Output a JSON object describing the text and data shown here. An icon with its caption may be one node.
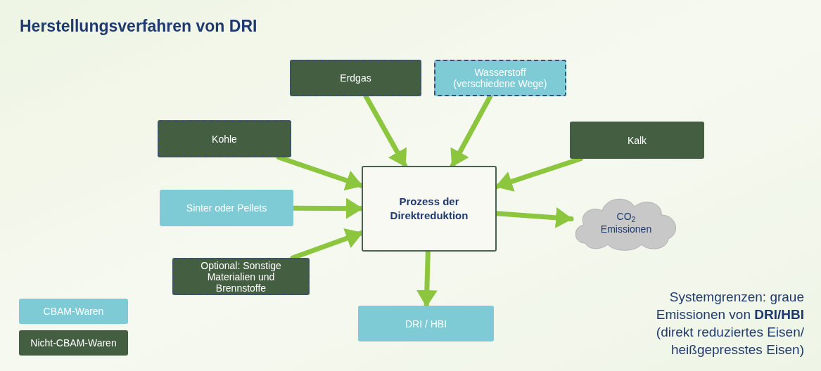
{
  "diagram": {
    "title": "Herstellungsverfahren von DRI",
    "nodes": [
      {
        "text": [
          "Erdgas"
        ]
      },
      {
        "text": [
          "Wasserstoff (verschiedene Wege)"
        ]
      },
      {
        "text": [
          "Kohle"
        ]
      },
      {
        "text": [
          "Kalk"
        ]
      },
      {
        "text": [
          "Sinter oder Pellets"
        ]
      },
      {
        "text": [
          "Prozess der Direktreduktion"
        ]
      },
      {
        "text": [
          "Optional: Sonstige Materialien und Brennstoffe"
        ]
      },
      {
        "text": [
          "CO$_{2}$ Emissionen"
        ]
      },
      {
        "text": [
          "DRI / HBI"
        ]
      }
    ],
    "edges": [
      {
        "from": 0,
        "to": 5,
        "arrow": "to"
      },
      {
        "from": 1,
        "to": 5,
        "arrow": "to"
      },
      {
        "from": 2,
        "to": 5,
        "arrow": "to"
      },
      {
        "from": 3,
        "to": 5,
        "arrow": "to"
      },
      {
        "from": 4,
        "to": 5,
        "arrow": "to"
      },
      {
        "from": 6,
        "to": 5,
        "arrow": "to"
      },
      {
        "from": 5,
        "to": 7,
        "arrow": "to"
      },
      {
        "from": 5,
        "to": 8,
        "arrow": "to"
      }
    ],
    "labels": [
      "Systemgrenzen: graue Emissionen von **DRI/HBI** (direkt reduziertes Eisen/ heißgepresstes Eisen)"
    ],
    "legend": [
      {
        "text": "CBAM-Waren",
        "color": "#7ecbd6"
      },
      {
        "text": "Nicht-CBAM-Waren",
        "color": "#435e41"
      }
    ]
  }
}
